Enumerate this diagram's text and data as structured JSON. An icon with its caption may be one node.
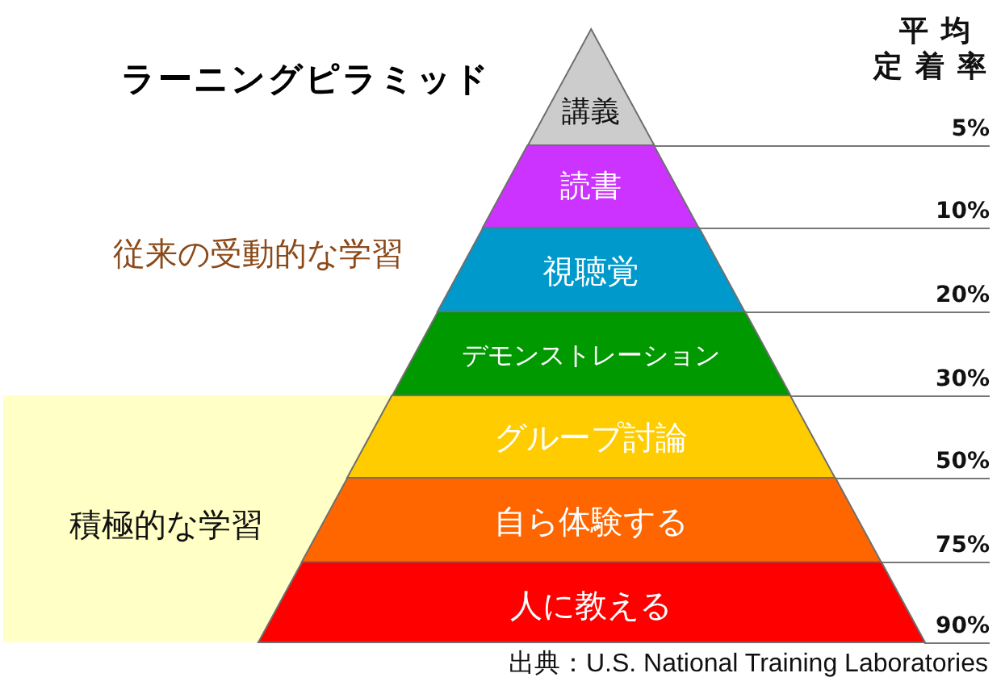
{
  "diagram": {
    "title": "ラーニングピラミッド",
    "caption": "出典：U.S. National Training Laboratories",
    "nodes": [
      {
        "text": [
          "講義"
        ]
      },
      {
        "text": [
          "読書"
        ]
      },
      {
        "text": [
          "視聴覚"
        ]
      },
      {
        "text": [
          "デモンストレーション"
        ]
      },
      {
        "text": [
          "グループ討論"
        ]
      },
      {
        "text": [
          "自ら体験する"
        ]
      },
      {
        "text": [
          "人に教える"
        ]
      },
      {
        "text": [
          "積極的な学習"
        ]
      },
      {
        "text": [
          "5%"
        ]
      },
      {
        "text": [
          "10%"
        ]
      },
      {
        "text": [
          "20%"
        ]
      },
      {
        "text": [
          "30%"
        ]
      },
      {
        "text": [
          "50%"
        ]
      },
      {
        "text": [
          "75%"
        ]
      },
      {
        "text": [
          "90%"
        ]
      }
    ],
    "edges": [
      {
        "from": 0,
        "to": 8,
        "arrow": "none"
      },
      {
        "from": 1,
        "to": 9,
        "arrow": "none"
      },
      {
        "from": 2,
        "to": 10,
        "arrow": "none"
      },
      {
        "from": 3,
        "to": 11,
        "arrow": "none"
      },
      {
        "from": 4,
        "to": 12,
        "arrow": "none"
      },
      {
        "from": 5,
        "to": 13,
        "arrow": "none"
      },
      {
        "from": 6,
        "to": 14,
        "arrow": "none"
      }
    ],
    "labels": [
      "平均定着率",
      "従来の受動的な学習"
    ]
  }
}
